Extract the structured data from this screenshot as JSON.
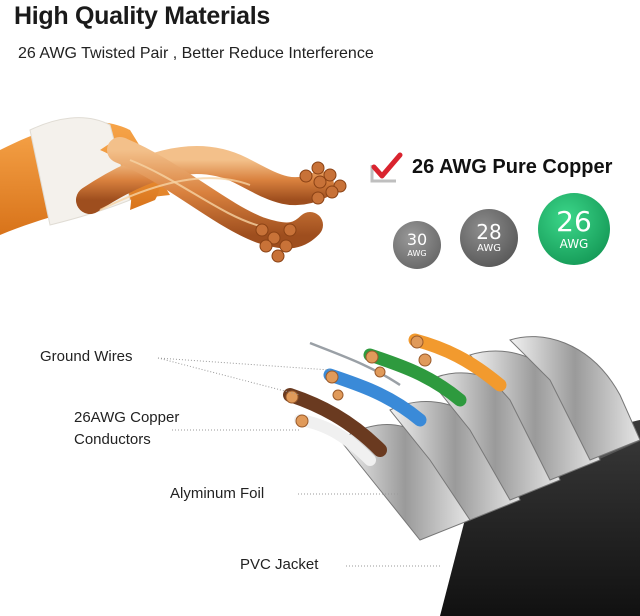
{
  "header": {
    "title": "High Quality Materials",
    "subtitle": "26 AWG Twisted Pair , Better Reduce Interference"
  },
  "gauge": {
    "label": "26 AWG Pure Copper",
    "badges": [
      {
        "num": "30",
        "unit": "AWG",
        "color": "#6a6a6a"
      },
      {
        "num": "28",
        "unit": "AWG",
        "color": "#5a5a5a"
      },
      {
        "num": "26",
        "unit": "AWG",
        "color": "#19b066"
      }
    ]
  },
  "callouts": {
    "ground_wires": "Ground Wires",
    "copper_line1": "26AWG Copper",
    "copper_line2": "Conductors",
    "foil": "Alyminum Foil",
    "jacket": "PVC Jacket"
  },
  "colors": {
    "orange_wire": "#f08a24",
    "copper": "#d98a4a",
    "accent_check": "#d9232e",
    "badge_green": "#19b066"
  }
}
